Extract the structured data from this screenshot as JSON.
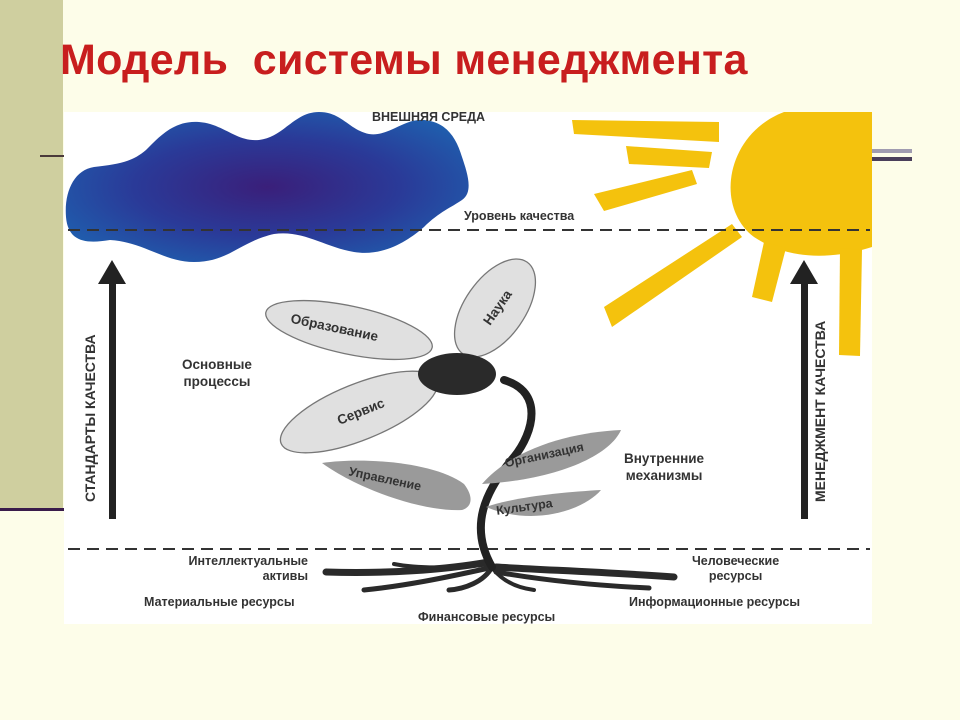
{
  "title": "Модель  системы менеджмента",
  "diagram": {
    "external_env": "ВНЕШНЯЯ СРЕДА",
    "quality_level": "Уровень качества",
    "left_axis": "СТАНДАРТЫ КАЧЕСТВА",
    "right_axis": "МЕНЕДЖМЕНТ КАЧЕСТВА",
    "main_processes": [
      "Основные",
      "процессы"
    ],
    "internal_mechanisms": [
      "Внутренние",
      "механизмы"
    ],
    "petals": {
      "education": "Образование",
      "science": "Наука",
      "service": "Сервис"
    },
    "leaves": {
      "management": "Управление",
      "organization": "Организация",
      "culture": "Культура"
    },
    "resources": {
      "intellectual": [
        "Интеллектуальные",
        "активы"
      ],
      "human": [
        "Человеческие",
        "ресурсы"
      ],
      "material": "Материальные ресурсы",
      "information": "Информационные ресурсы",
      "financial": "Финансовые ресурсы"
    },
    "colors": {
      "cloud": "#2a3f9a",
      "sun": "#f4c20d",
      "petal": "#e0e0e0",
      "leaf": "#9a9a9a",
      "stem": "#222222",
      "title": "#c81e1e"
    }
  }
}
